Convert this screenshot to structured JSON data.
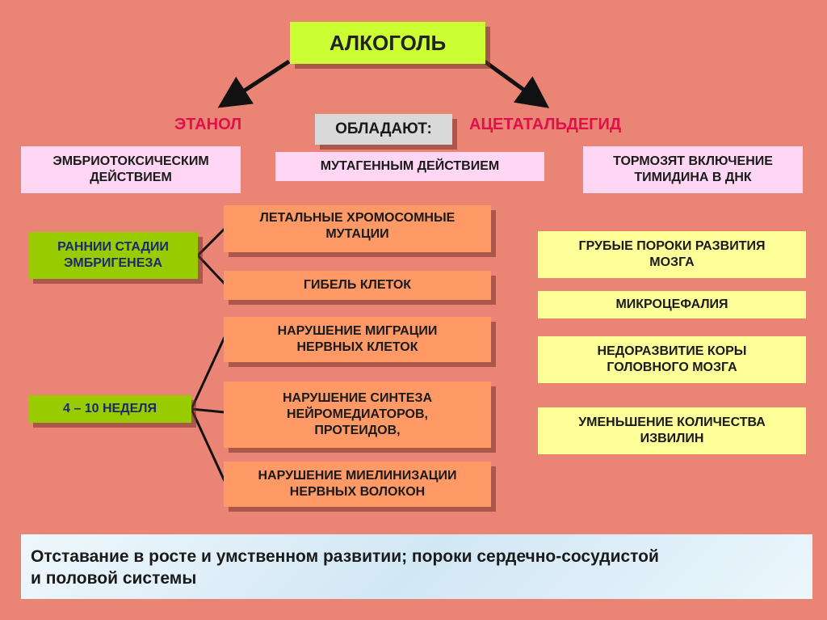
{
  "title": "АЛКОГОЛЬ",
  "branches": {
    "left": "ЭТАНОЛ",
    "center": "ОБЛАДАЮТ:",
    "right": "АЦЕТАТАЛЬДЕГИД"
  },
  "effects": {
    "embryotoxic": [
      "ЭМБРИОТОКСИЧЕСКИМ",
      "ДЕЙСТВИЕМ"
    ],
    "mutagenic": "МУТАГЕННЫМ ДЕЙСТВИЕМ",
    "thymidine": [
      "ТОРМОЗЯТ ВКЛЮЧЕНИЕ",
      "ТИМИДИНА В ДНК"
    ]
  },
  "stages": {
    "early": [
      "РАННИИ СТАДИИ",
      "ЭМБРИГЕНЕЗА"
    ],
    "weeks": "4 – 10 НЕДЕЛЯ"
  },
  "consequences": {
    "lethal_mutations": [
      "ЛЕТАЛЬНЫЕ ХРОМОСОМНЫЕ",
      "МУТАЦИИ"
    ],
    "cell_death": "ГИБЕЛЬ КЛЕТОК",
    "migration": [
      "НАРУШЕНИЕ МИГРАЦИИ",
      "НЕРВНЫХ КЛЕТОК"
    ],
    "synthesis": [
      "НАРУШЕНИЕ СИНТЕЗА",
      "НЕЙРОМЕДИАТОРОВ,",
      "ПРОТЕИДОВ,"
    ],
    "myelination": [
      "НАРУШЕНИЕ МИЕЛИНИЗАЦИИ",
      "НЕРВНЫХ ВОЛОКОН"
    ]
  },
  "brain_defects": {
    "gross": [
      "ГРУБЫЕ ПОРОКИ РАЗВИТИЯ",
      "МОЗГА"
    ],
    "microcephaly": "МИКРОЦЕФАЛИЯ",
    "cortex": [
      "НЕДОРАЗВИТИЕ КОРЫ",
      "ГОЛОВНОГО МОЗГА"
    ],
    "convolutions": [
      "УМЕНЬШЕНИЕ КОЛИЧЕСТВА",
      "ИЗВИЛИН"
    ]
  },
  "summary": [
    "Отставание в росте и умственном развитии; пороки сердечно-сосудистой",
    "и половой системы"
  ],
  "colors": {
    "background": "#ea8575",
    "title_box": "#ccff33",
    "ethanol_label": "#e0104a",
    "consequence_box": "#ff9966",
    "defect_box": "#ffff99",
    "stage_box": "#99cc00",
    "effect_box": "#ffd6f4"
  }
}
